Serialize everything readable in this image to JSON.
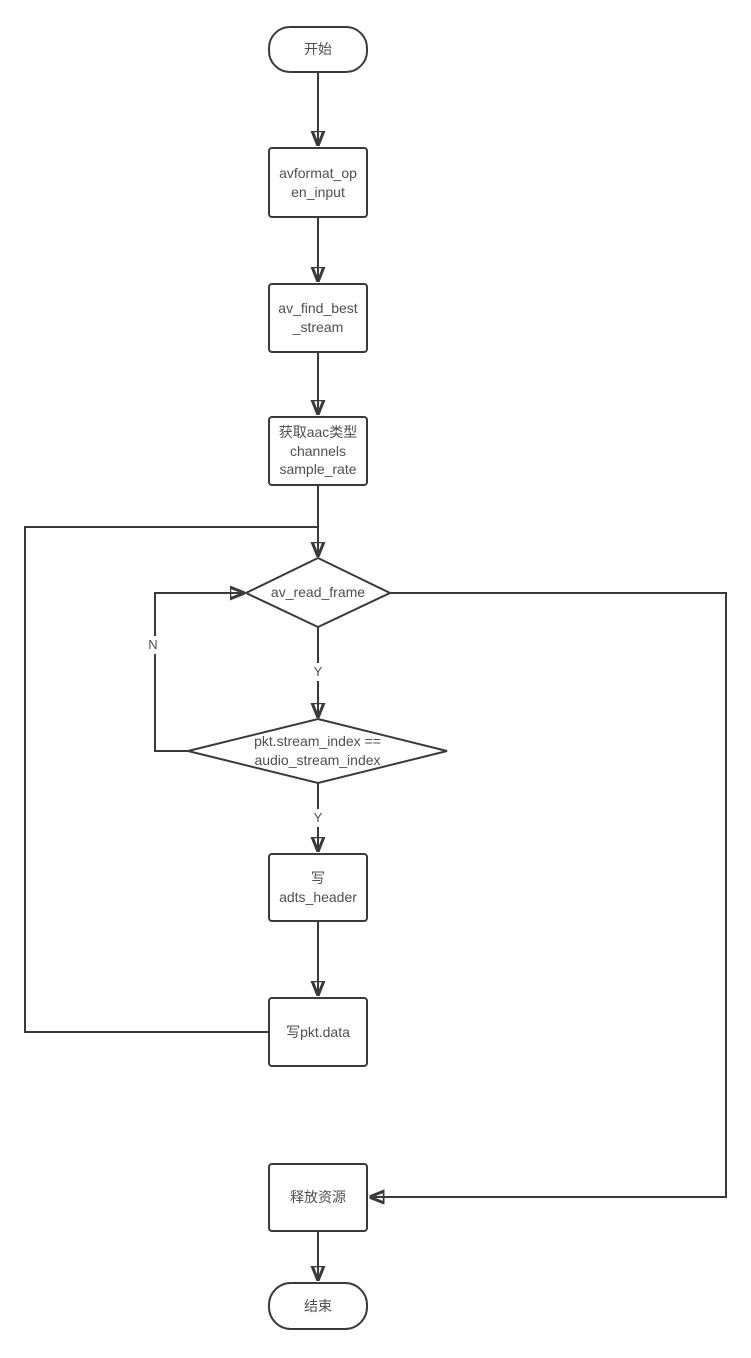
{
  "diagram": {
    "type": "flowchart",
    "background_color": "#ffffff",
    "line_color": "#3a3a3a",
    "text_color": "#4f4f4f",
    "nodes": [
      {
        "id": "start",
        "shape": "terminator",
        "label": "开始"
      },
      {
        "id": "avformat_open_input",
        "shape": "process",
        "label": "avformat_op\nen_input"
      },
      {
        "id": "av_find_best_stream",
        "shape": "process",
        "label": "av_find_best\n_stream"
      },
      {
        "id": "get_aac_params",
        "shape": "process",
        "label": "获取aac类型\nchannels\nsample_rate"
      },
      {
        "id": "av_read_frame",
        "shape": "decision",
        "label": "av_read_frame"
      },
      {
        "id": "stream_index_check",
        "shape": "decision",
        "label": "pkt.stream_index ==\naudio_stream_index"
      },
      {
        "id": "write_adts_header",
        "shape": "process",
        "label": "写\nadts_header"
      },
      {
        "id": "write_pkt_data",
        "shape": "process",
        "label": "写pkt.data"
      },
      {
        "id": "release_resources",
        "shape": "process",
        "label": "释放资源"
      },
      {
        "id": "end",
        "shape": "terminator",
        "label": "结束"
      }
    ],
    "edges": [
      {
        "from": "start",
        "to": "avformat_open_input",
        "label": ""
      },
      {
        "from": "avformat_open_input",
        "to": "av_find_best_stream",
        "label": ""
      },
      {
        "from": "av_find_best_stream",
        "to": "get_aac_params",
        "label": ""
      },
      {
        "from": "get_aac_params",
        "to": "av_read_frame",
        "label": ""
      },
      {
        "from": "av_read_frame",
        "to": "stream_index_check",
        "label": "Y"
      },
      {
        "from": "stream_index_check",
        "to": "av_read_frame",
        "label": "N"
      },
      {
        "from": "stream_index_check",
        "to": "write_adts_header",
        "label": "Y"
      },
      {
        "from": "write_adts_header",
        "to": "write_pkt_data",
        "label": ""
      },
      {
        "from": "write_pkt_data",
        "to": "av_read_frame",
        "label": ""
      },
      {
        "from": "av_read_frame",
        "to": "release_resources",
        "label": ""
      },
      {
        "from": "release_resources",
        "to": "end",
        "label": ""
      }
    ],
    "edge_labels": {
      "read_frame_yes": "Y",
      "stream_check_yes": "Y",
      "stream_check_no": "N"
    }
  }
}
